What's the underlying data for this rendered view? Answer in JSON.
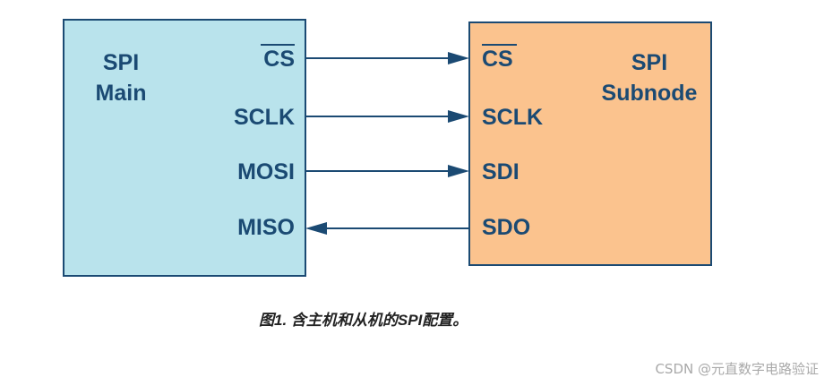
{
  "main": {
    "title_line1": "SPI",
    "title_line2": "Main",
    "pins": [
      "CS",
      "SCLK",
      "MOSI",
      "MISO"
    ],
    "fill": "#b9e3ec",
    "stroke": "#1b4a73"
  },
  "subnode": {
    "title_line1": "SPI",
    "title_line2": "Subnode",
    "pins": [
      "CS",
      "SCLK",
      "SDI",
      "SDO"
    ],
    "fill": "#fbc38e",
    "stroke": "#1b4a73"
  },
  "connections": [
    {
      "from": "CS",
      "to": "CS",
      "direction": "main-to-subnode"
    },
    {
      "from": "SCLK",
      "to": "SCLK",
      "direction": "main-to-subnode"
    },
    {
      "from": "MOSI",
      "to": "SDI",
      "direction": "main-to-subnode"
    },
    {
      "from": "SDO",
      "to": "MISO",
      "direction": "subnode-to-main"
    }
  ],
  "active_low_pin": "CS",
  "caption": "图1. 含主机和从机的SPI配置。",
  "watermark": "CSDN @元直数字电路验证"
}
